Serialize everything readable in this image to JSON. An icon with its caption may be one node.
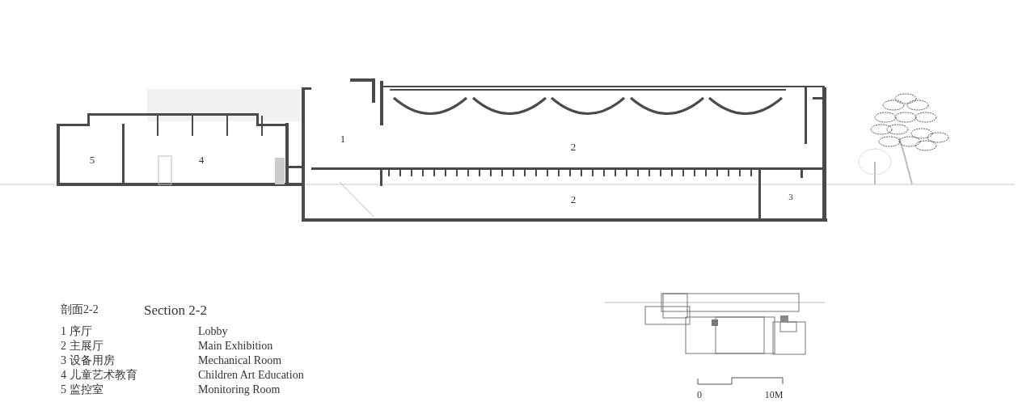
{
  "diagram": {
    "labels": [
      "1",
      "5",
      "4",
      "2",
      "2",
      "3",
      "剖面2-2",
      "Section 2-2",
      "1 序厅",
      "Lobby",
      "2 主展厅",
      "Main Exhibition",
      "3 设备用房",
      "Mechanical Room",
      "4 儿童艺术教育",
      "Children Art Education",
      "5 监控室",
      "Monitoring Room",
      "0",
      "10M"
    ]
  }
}
